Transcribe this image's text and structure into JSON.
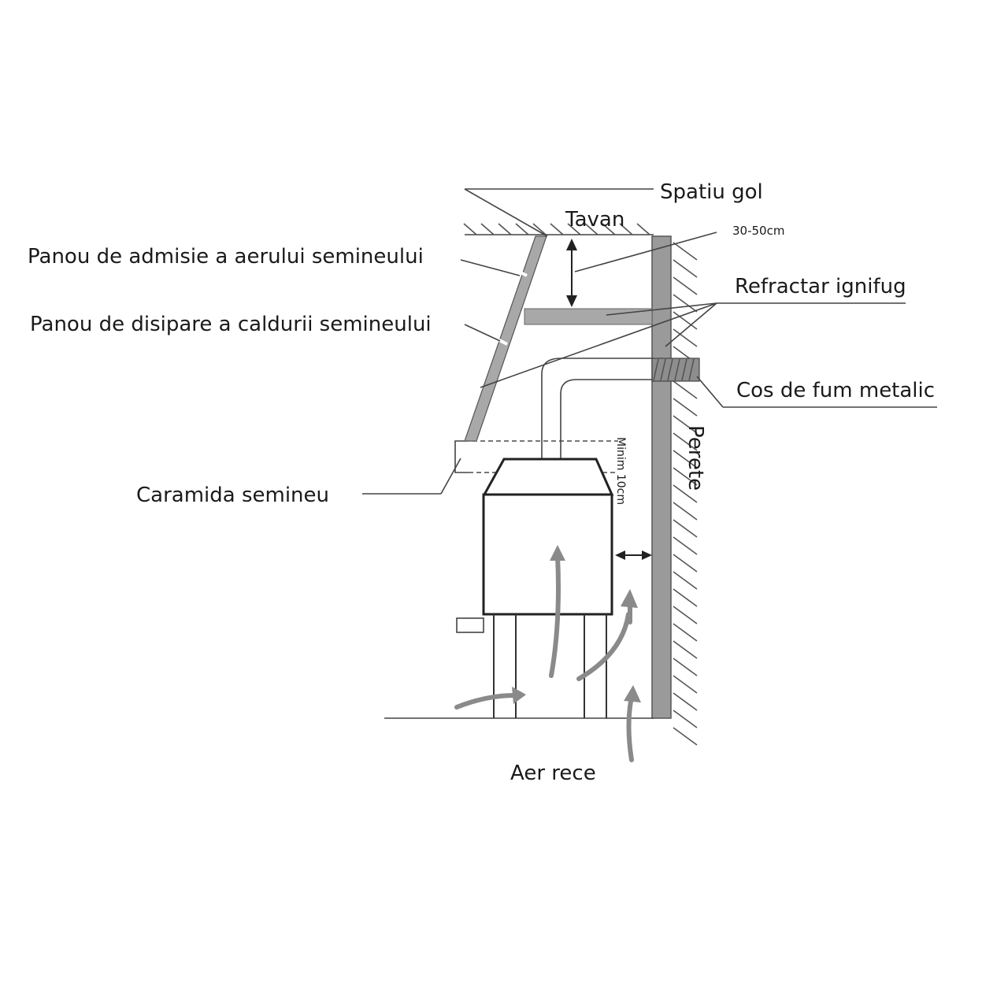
{
  "labels": {
    "spatiu_gol": "Spatiu gol",
    "tavan": "Tavan",
    "distanta_tavan": "30-50cm",
    "panou_admisie": "Panou de admisie a aerului semineului",
    "refractar": "Refractar ignifug",
    "panou_disipare": "Panou de disipare a caldurii semineului",
    "cos_fum": "Cos de fum metalic",
    "perete": "Perete",
    "minim": "Minim 10cm",
    "caramida": "Caramida semineu",
    "aer_rece": "Aer rece"
  },
  "colors": {
    "line": "#444444",
    "wall_fill": "#9a9a9a",
    "arrow": "#8a8a8a",
    "text": "#1a1a1a"
  }
}
